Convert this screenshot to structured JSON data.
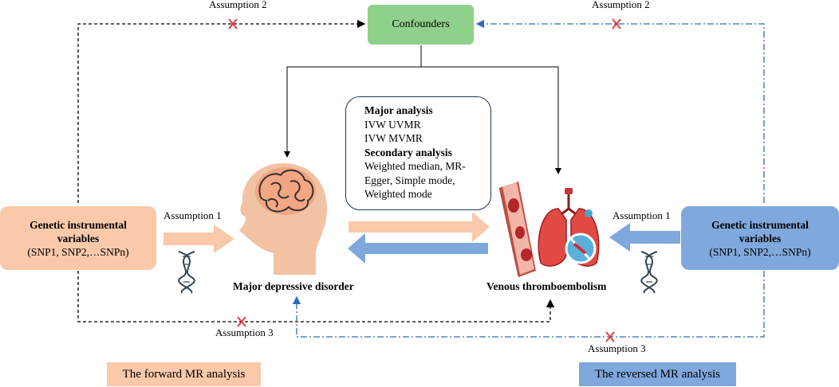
{
  "confounders": "Confounders",
  "assumptions": {
    "top_left": "Assumption 2",
    "top_right": "Assumption 2",
    "left_mid": "Assumption 1",
    "right_mid": "Assumption 1",
    "bottom_left": "Assumption 3",
    "bottom_right": "Assumption 3"
  },
  "analysis_box": {
    "major_heading": "Major analysis",
    "major_items": [
      "IVW UVMR",
      "IVW MVMR"
    ],
    "secondary_heading": "Secondary analysis",
    "secondary_items": [
      "Weighted median, MR-",
      "Egger, Simple mode,",
      "Weighted mode"
    ]
  },
  "left_instrument": {
    "title_line1": "Genetic instrumental",
    "title_line2": "variables",
    "snps": "(SNP1, SNP2,…SNPn)"
  },
  "right_instrument": {
    "title_line1": "Genetic instrumental",
    "title_line2": "variables",
    "snps": "(SNP1, SNP2,…SNPn)"
  },
  "exposure_label": "Major depressive disorder",
  "outcome_label": "Venous thromboembolism",
  "captions": {
    "forward": "The forward MR analysis",
    "reverse": "The reversed MR analysis"
  },
  "colors": {
    "forward": "#f9c9aa",
    "reverse": "#7fa8dc",
    "confounders": "#8fd18b",
    "invalid_mark": "#e3342f",
    "reverse_line": "#2f6db5"
  }
}
